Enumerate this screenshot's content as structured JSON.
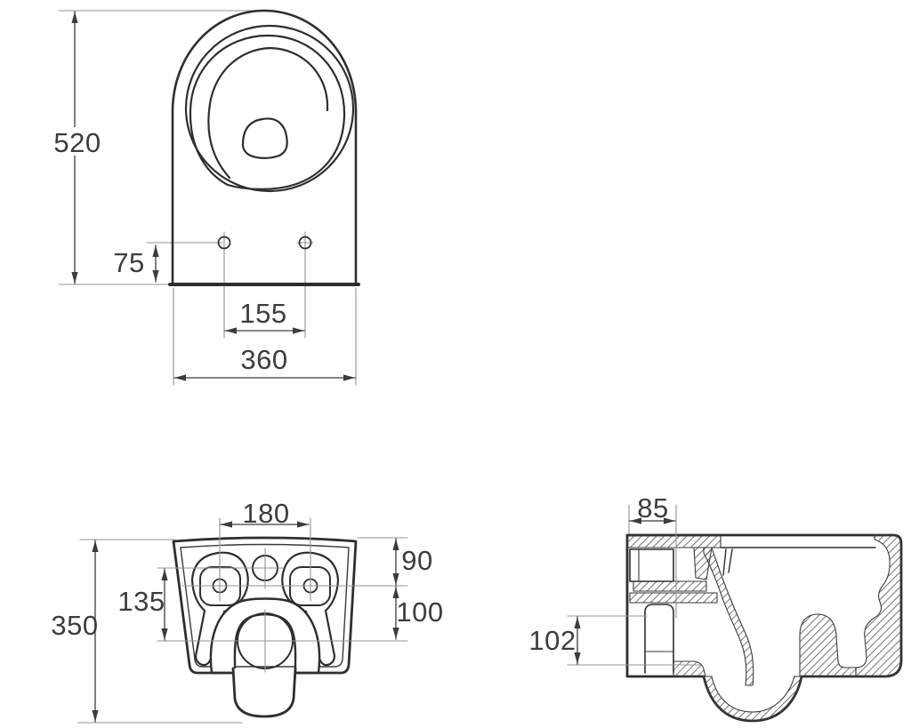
{
  "drawing": {
    "subject": "Wall-hung WC pan dimensional drawing (3 views)",
    "unit": "mm",
    "colors": {
      "outline": "#2e2e2e",
      "dimension": "#3c3c3c",
      "extension": "#949494",
      "text": "#3d3d3d",
      "background": "#ffffff"
    },
    "views": {
      "plan": {
        "name": "top plan view",
        "dims": {
          "depth": "520",
          "hole_offset": "75",
          "hole_spacing": "155",
          "width": "360"
        }
      },
      "rear": {
        "name": "rear view",
        "dims": {
          "bolt_spacing": "180",
          "top_to_bolt_axis": "90",
          "bolt_axis_to_outlet": "100",
          "inlet_to_outlet": "135",
          "height": "350"
        }
      },
      "side": {
        "name": "side section view",
        "dims": {
          "fixing_depth": "85",
          "outlet_height": "102"
        }
      }
    }
  }
}
